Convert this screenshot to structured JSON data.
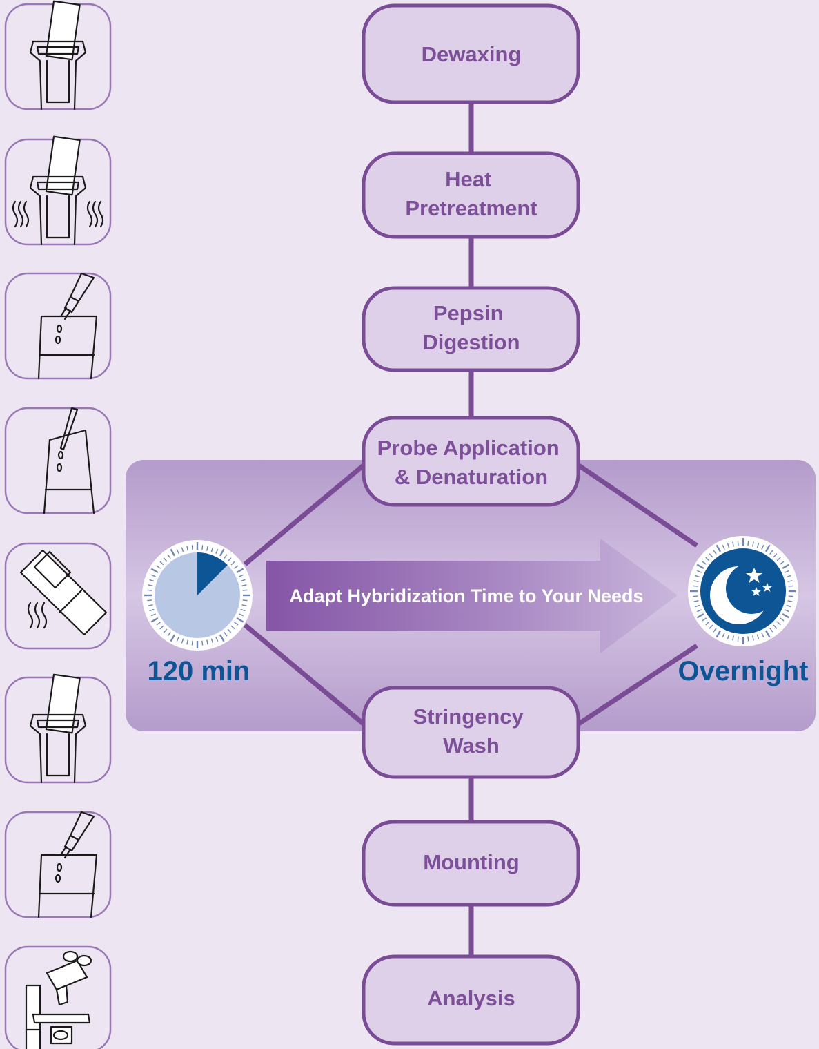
{
  "steps": [
    {
      "id": "dewaxing",
      "lines": [
        "Dewaxing"
      ]
    },
    {
      "id": "heat-pretreatment",
      "lines": [
        "Heat",
        "Pretreatment"
      ]
    },
    {
      "id": "pepsin-digestion",
      "lines": [
        "Pepsin",
        "Digestion"
      ]
    },
    {
      "id": "probe-application",
      "lines": [
        "Probe Application",
        "& Denaturation"
      ]
    },
    {
      "id": "stringency-wash",
      "lines": [
        "Stringency",
        "Wash"
      ]
    },
    {
      "id": "mounting",
      "lines": [
        "Mounting"
      ]
    },
    {
      "id": "analysis",
      "lines": [
        "Analysis"
      ]
    }
  ],
  "hybridization": {
    "arrow_label": "Adapt Hybridization Time to Your Needs",
    "short_label": "120 min",
    "long_label": "Overnight",
    "timer_fraction": 0.125
  },
  "side_icons": [
    "slide-jar-icon",
    "heated-slide-jar-icon",
    "dropper-bottle-icon",
    "pipette-icon",
    "heated-slide-coverslip-icon",
    "slide-jar-icon",
    "dropper-bottle-icon",
    "microscope-icon"
  ],
  "colors": {
    "background": "#ede5f2",
    "box_fill": "#dfd0ea",
    "box_stroke": "#7a4c96",
    "text_purple": "#7d4f98",
    "panel": "#b497c9",
    "timer_blue": "#0e5596",
    "timer_light": "#b8c8e4"
  }
}
